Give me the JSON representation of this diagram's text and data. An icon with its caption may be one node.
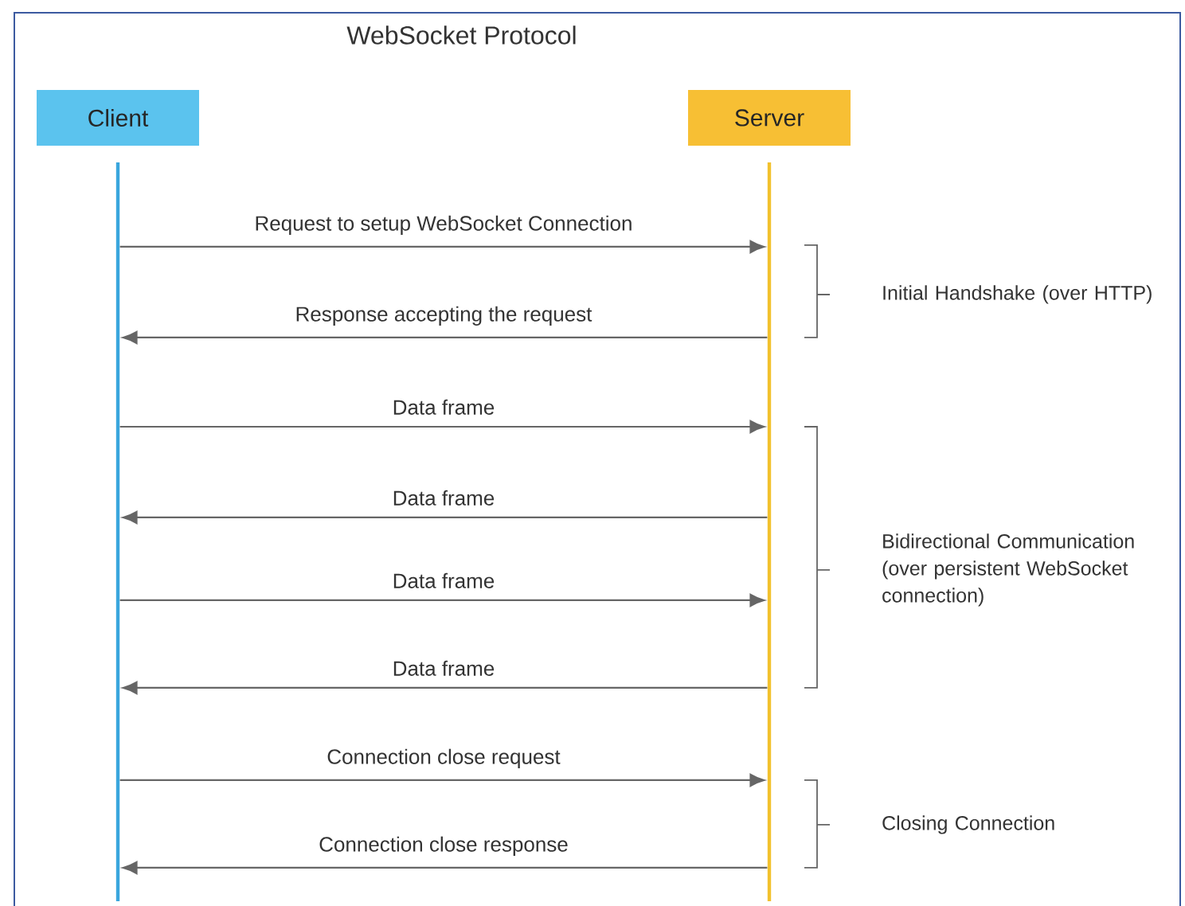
{
  "diagram": {
    "title": "WebSocket Protocol",
    "nodes": [
      {
        "text": [
          "Client"
        ]
      },
      {
        "text": [
          "Server"
        ]
      },
      {
        "text": [],
        "shape": "bar"
      },
      {
        "text": [],
        "shape": "bar"
      }
    ],
    "edges": [
      {
        "from": 2,
        "to": 3,
        "arrow": "to",
        "label": "Request to setup WebSocket Connection"
      },
      {
        "from": 3,
        "to": 2,
        "arrow": "to",
        "label": "Response accepting the request"
      },
      {
        "from": 2,
        "to": 3,
        "arrow": "to",
        "label": "Data frame"
      },
      {
        "from": 3,
        "to": 2,
        "arrow": "to",
        "label": "Data frame"
      },
      {
        "from": 2,
        "to": 3,
        "arrow": "to",
        "label": "Data frame"
      },
      {
        "from": 3,
        "to": 2,
        "arrow": "to",
        "label": "Data frame"
      },
      {
        "from": 2,
        "to": 3,
        "arrow": "to",
        "label": "Connection close request"
      },
      {
        "from": 3,
        "to": 2,
        "arrow": "to",
        "label": "Connection close response"
      }
    ],
    "labels": [
      "Initial Handshake (over HTTP)",
      "Bidirectional Communication (over persistent WebSocket connection)",
      "Closing Connection"
    ]
  }
}
